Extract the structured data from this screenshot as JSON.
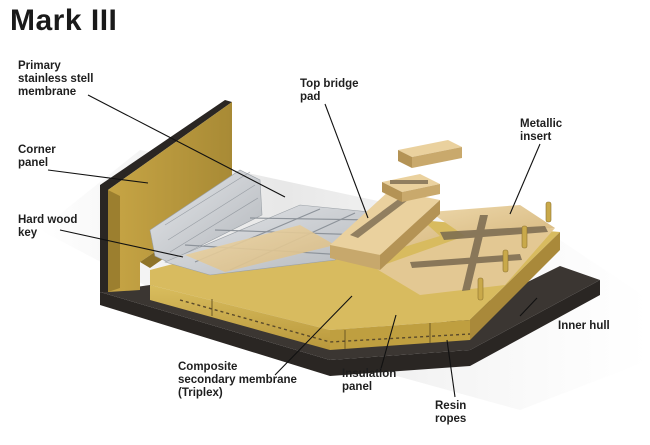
{
  "title": "Mark III",
  "labels": {
    "primary_membrane": "Primary\nstainless stell\nmembrane",
    "corner_panel": "Corner\npanel",
    "hard_wood_key": "Hard wood\nkey",
    "top_bridge_pad": "Top bridge\npad",
    "metallic_insert": "Metallic\ninsert",
    "inner_hull": "Inner hull",
    "composite_membrane": "Composite\nsecondary membrane\n(Triplex)",
    "insulation_panel": "Insulation\npanel",
    "resin_ropes": "Resin\nropes"
  },
  "colors": {
    "insulation": "#c9a94a",
    "wood": "#e2c796",
    "hull": "#2a2623",
    "membrane": "#c9ccd0",
    "triplex": "#7a6a50"
  }
}
